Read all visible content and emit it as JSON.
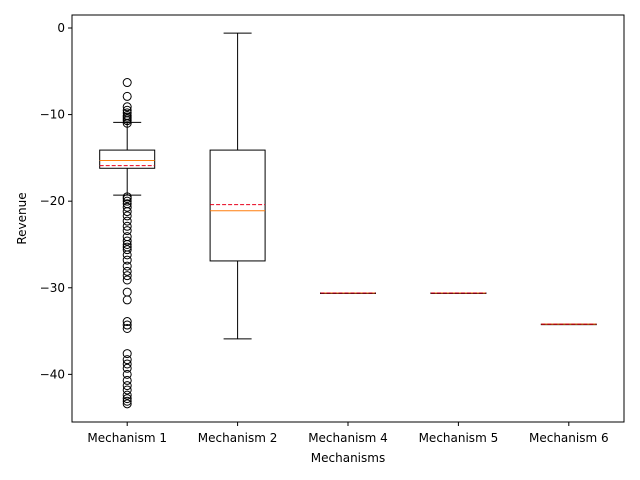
{
  "chart_data": {
    "type": "box",
    "xlabel": "Mechanisms",
    "ylabel": "Revenue",
    "ylim": [
      -45.5,
      1.5
    ],
    "yticks": [
      0,
      -10,
      -20,
      -30,
      -40
    ],
    "grid": false,
    "categories": [
      "Mechanism 1",
      "Mechanism 2",
      "Mechanism 4",
      "Mechanism 5",
      "Mechanism 6"
    ],
    "boxes": [
      {
        "label": "Mechanism 1",
        "whisker_high": -10.9,
        "q3": -14.1,
        "median": -15.3,
        "mean": -15.9,
        "q1": -16.2,
        "whisker_low": -19.3,
        "outliers": [
          -6.3,
          -7.9,
          -9.1,
          -9.5,
          -9.8,
          -10.1,
          -10.3,
          -10.5,
          -10.7,
          -11.0,
          -19.5,
          -19.7,
          -20.0,
          -20.3,
          -20.7,
          -21.2,
          -21.7,
          -22.3,
          -22.9,
          -23.4,
          -24.1,
          -24.6,
          -25.0,
          -25.3,
          -25.6,
          -26.2,
          -26.8,
          -27.5,
          -28.1,
          -28.6,
          -29.1,
          -30.5,
          -31.4,
          -33.9,
          -34.3,
          -34.7,
          -37.6,
          -38.3,
          -38.8,
          -39.3,
          -40.0,
          -40.7,
          -41.3,
          -41.8,
          -42.4,
          -42.8,
          -43.1,
          -43.4
        ]
      },
      {
        "label": "Mechanism 2",
        "whisker_high": -0.6,
        "q3": -14.1,
        "median": -21.1,
        "mean": -20.4,
        "q1": -26.9,
        "whisker_low": -35.9,
        "outliers": []
      },
      {
        "label": "Mechanism 4",
        "whisker_high": -30.6,
        "q3": -30.6,
        "median": -30.6,
        "mean": -30.6,
        "q1": -30.6,
        "whisker_low": -30.6,
        "outliers": []
      },
      {
        "label": "Mechanism 5",
        "whisker_high": -30.6,
        "q3": -30.6,
        "median": -30.6,
        "mean": -30.6,
        "q1": -30.6,
        "whisker_low": -30.6,
        "outliers": []
      },
      {
        "label": "Mechanism 6",
        "whisker_high": -34.2,
        "q3": -34.2,
        "median": -34.2,
        "mean": -34.2,
        "q1": -34.2,
        "whisker_low": -34.2,
        "outliers": []
      }
    ],
    "colors": {
      "box": "#000000",
      "median": "#ff7f0e",
      "mean": "#e8001c"
    }
  }
}
